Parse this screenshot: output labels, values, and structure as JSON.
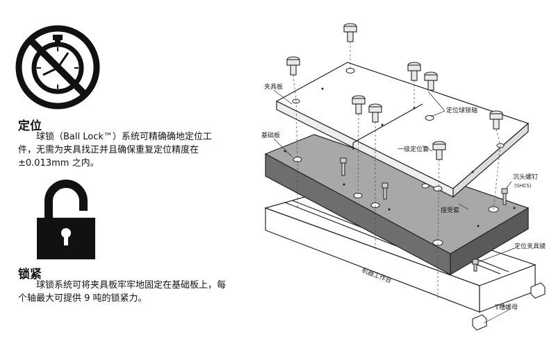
{
  "sections": [
    {
      "heading": "定位",
      "text": "球锁（Ball Lock™）系统可精确确地定位工件，无需为夹具找正并且确保重复定位精度在 ±0.013mm 之内。",
      "icon": "no-clock-icon"
    },
    {
      "heading": "锁紧",
      "text": "球锁系统可将夹具板牢牢地固定在基础板上，每个轴最大可提供 9 吨的锁紧力。",
      "icon": "padlock-icon"
    }
  ],
  "diagram": {
    "labels": {
      "fixture_plate": "夹具板",
      "base_plate": "基础板",
      "locating_ball_shank": "定位球锁轴",
      "primary_bushing": "一级定位套",
      "socket_head_screw": "沉头螺钉",
      "shcs": "(SHCS)",
      "receiver_bushing": "接受套",
      "locating_key": "定位夹具键",
      "machine_table": "机器工作台",
      "t_slot_nut": "T槽螺母"
    },
    "colors": {
      "base_plate": "#8a8a8a",
      "outline": "#222222"
    }
  }
}
